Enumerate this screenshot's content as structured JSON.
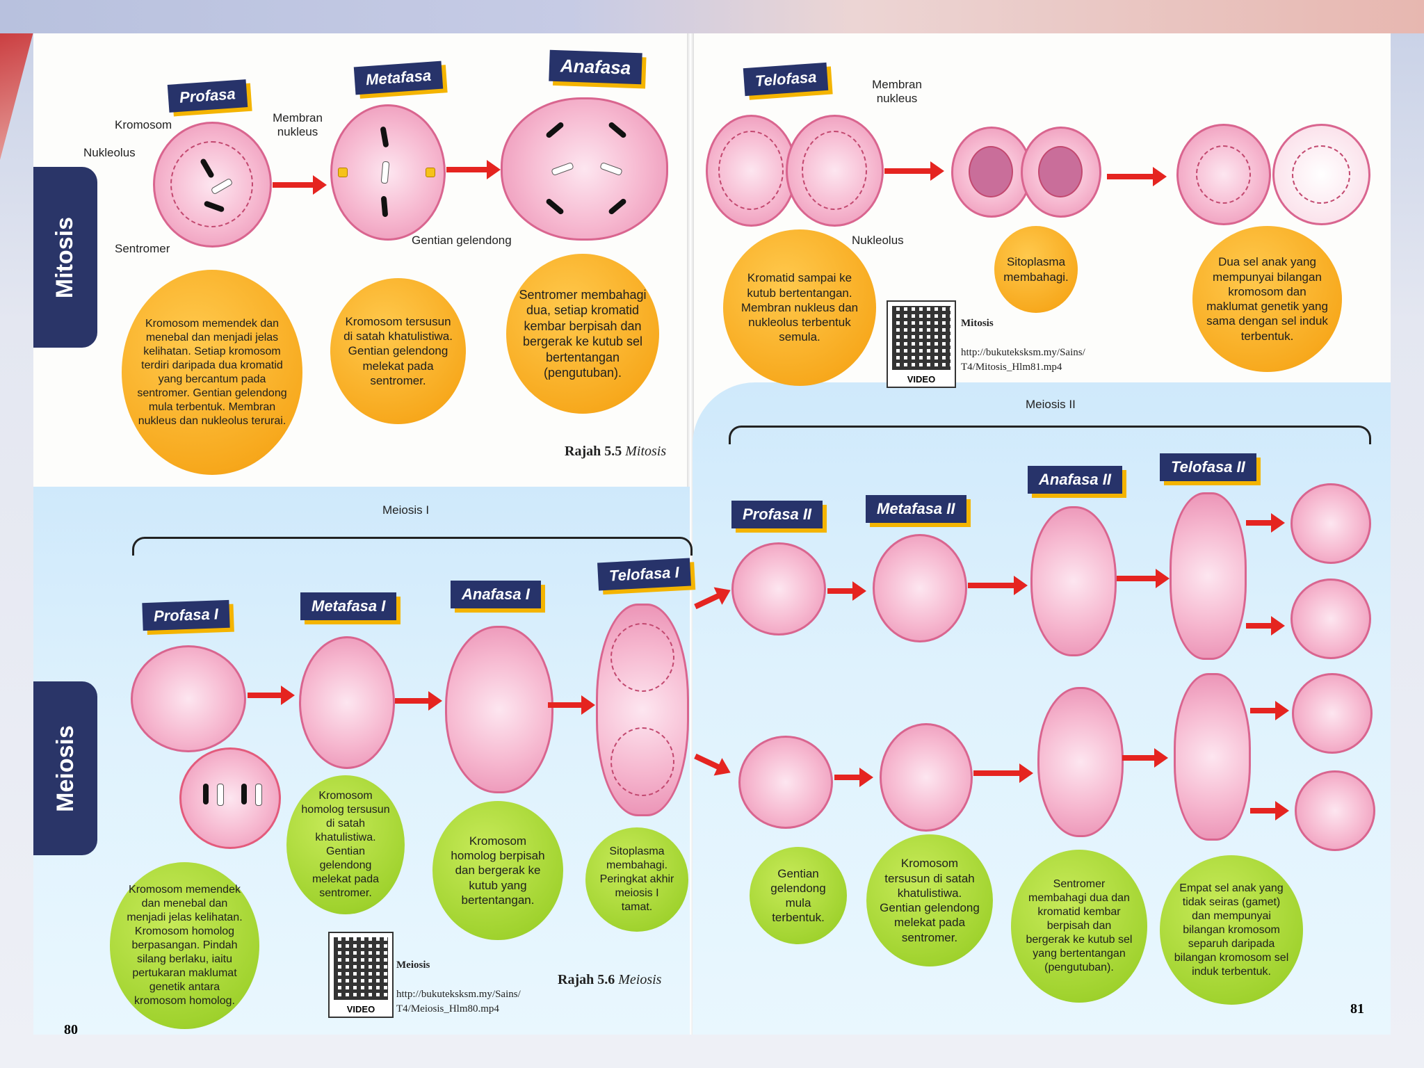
{
  "sections": {
    "mitosis": "Mitosis",
    "meiosis": "Meiosis"
  },
  "mitosis": {
    "stages": [
      {
        "name": "Profasa",
        "text": "Kromosom memendek dan menebal dan menjadi jelas kelihatan. Setiap kromosom terdiri daripada dua kromatid yang bercantum pada sentromer. Gentian gelendong mula terbentuk. Membran nukleus dan nukleolus terurai."
      },
      {
        "name": "Metafasa",
        "text": "Kromosom tersusun di satah khatulistiwa. Gentian gelendong melekat pada sentromer."
      },
      {
        "name": "Anafasa",
        "text": "Sentromer membahagi dua, setiap kromatid kembar berpisah dan bergerak ke kutub sel bertentangan (pengutuban)."
      },
      {
        "name": "Telofasa",
        "text": "Kromatid sampai ke kutub bertentangan. Membran nukleus dan nukleolus terbentuk semula."
      }
    ],
    "cytoplasm_text": "Sitoplasma membahagi.",
    "daughter_text": "Dua sel anak yang mempunyai bilangan kromosom dan maklumat genetik yang sama dengan sel induk terbentuk.",
    "labels": {
      "kromosom": "Kromosom",
      "nukleolus": "Nukleolus",
      "sentromer": "Sentromer",
      "membran": "Membran nukleus",
      "gentian": "Gentian gelendong",
      "membran2": "Membran nukleus",
      "nukleolus2": "Nukleolus"
    },
    "qr": {
      "title": "Mitosis",
      "url": "http://bukuteksksm.my/Sains/ T4/Mitosis_Hlm81.mp4",
      "video": "VIDEO"
    },
    "caption_label": "Rajah 5.5",
    "caption_name": "Mitosis"
  },
  "meiosis": {
    "group1": "Meiosis I",
    "group2": "Meiosis II",
    "stages1": [
      {
        "name": "Profasa I",
        "text": "Kromosom memendek dan menebal dan menjadi jelas kelihatan. Kromosom homolog berpasangan. Pindah silang berlaku, iaitu pertukaran maklumat genetik antara kromosom homolog."
      },
      {
        "name": "Metafasa I",
        "text": "Kromosom homolog tersusun di satah khatulistiwa. Gentian gelendong melekat pada sentromer."
      },
      {
        "name": "Anafasa I",
        "text": "Kromosom homolog berpisah dan bergerak ke kutub yang bertentangan."
      },
      {
        "name": "Telofasa I",
        "text": "Sitoplasma membahagi. Peringkat akhir meiosis I tamat."
      }
    ],
    "stages2": [
      {
        "name": "Profasa II",
        "text": "Gentian gelendong mula terbentuk."
      },
      {
        "name": "Metafasa II",
        "text": "Kromosom tersusun di satah khatulistiwa. Gentian gelendong melekat pada sentromer."
      },
      {
        "name": "Anafasa II",
        "text": "Sentromer membahagi dua dan kromatid kembar berpisah dan bergerak ke kutub sel yang bertentangan (pengutuban)."
      },
      {
        "name": "Telofasa II",
        "text": "Empat sel anak yang tidak seiras (gamet) dan mempunyai bilangan kromosom separuh daripada bilangan kromosom sel induk terbentuk."
      }
    ],
    "qr": {
      "title": "Meiosis",
      "url": "http://bukuteksksm.my/Sains/ T4/Meiosis_Hlm80.mp4",
      "video": "VIDEO"
    },
    "caption_label": "Rajah 5.6",
    "caption_name": "Meiosis"
  },
  "page_left": "80",
  "page_right": "81"
}
